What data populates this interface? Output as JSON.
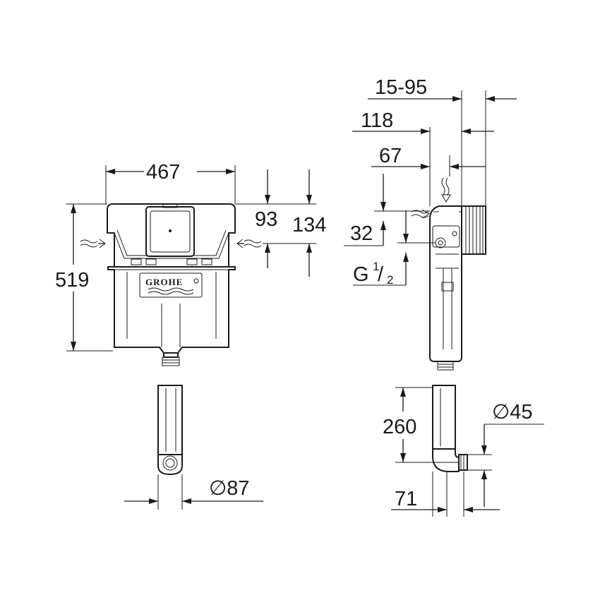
{
  "brand": {
    "logo_text": "GROHE"
  },
  "front_view": {
    "width_label": "467",
    "height_label": "519",
    "inlet_top_label": "93",
    "inlet_alt_label": "134",
    "outlet_diameter_label": "87"
  },
  "side_view": {
    "depth_range_label": "15-95",
    "depth_label": "118",
    "inlet_offset_label": "67",
    "inlet_drop_label": "32",
    "thread_label": "G",
    "thread_fraction_num": "1",
    "thread_fraction_den": "2",
    "pipe_length_label": "260",
    "outlet_diameter_label": "45",
    "outlet_offset_label": "71"
  },
  "symbols": {
    "diameter_glyph": "∅",
    "water_inlet_icon": "water-wave-arrow-icon"
  },
  "colors": {
    "line": "#1a1a1a",
    "background": "#ffffff"
  }
}
